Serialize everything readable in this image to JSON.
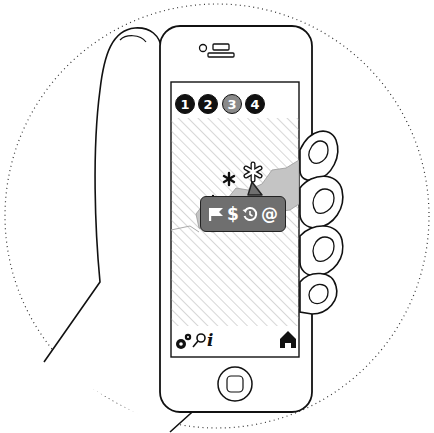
{
  "diagram": {
    "nodes": [
      {
        "text": [
          "1"
        ]
      },
      {
        "text": [
          "2"
        ]
      },
      {
        "text": [
          "3"
        ]
      },
      {
        "text": [
          "4"
        ]
      },
      {
        "text": [
          "$",
          "@"
        ]
      }
    ],
    "labels": [
      "i"
    ]
  }
}
